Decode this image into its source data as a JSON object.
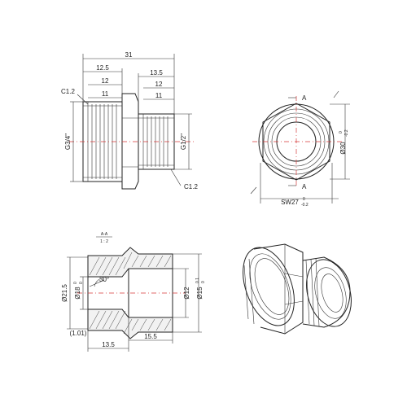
{
  "colors": {
    "line": "#222222",
    "center_line": "#d63a3a",
    "background": "#ffffff"
  },
  "side_view": {
    "dims": {
      "overall": "31",
      "left_a": "12.5",
      "left_b": "12",
      "left_c": "11",
      "right_a": "13.5",
      "right_b": "12",
      "right_c": "11",
      "chamfer_left": "C1.2",
      "chamfer_right": "C1.2",
      "thread_left": "G3/4\"",
      "thread_right": "G1/2\""
    }
  },
  "end_view": {
    "section_label_top": "A",
    "section_label_bottom": "A",
    "diameter": "Ø30",
    "diameter_tol_upper": "0",
    "diameter_tol_lower": "-0.2",
    "wrench": "SW27",
    "wrench_tol_upper": "0",
    "wrench_tol_lower": "-0.2"
  },
  "section_view": {
    "section_title_top": "A-A",
    "section_title_bottom": "1 : 2",
    "dia_left_outer": "Ø21.5",
    "dia_left_inner": "Ø18",
    "dia_left_inner_tol_upper": "0",
    "dia_left_inner_tol_lower": "0",
    "angle": "30°",
    "dia_right_inner": "Ø12",
    "dia_right_outer": "Ø15",
    "dia_right_outer_tol_upper": "0.1",
    "dia_right_outer_tol_lower": "0",
    "len_left": "13.5",
    "len_right": "15.5",
    "ref_dim": "(1.01)"
  }
}
